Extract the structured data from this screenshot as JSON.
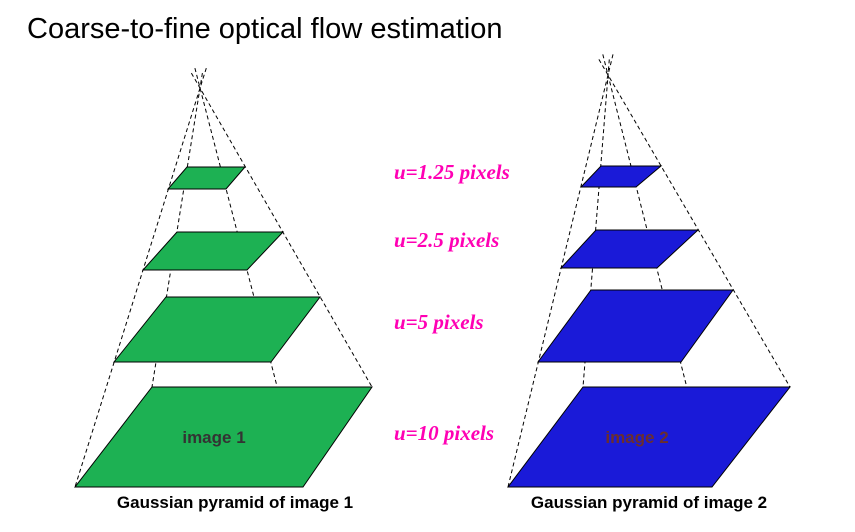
{
  "title": "Coarse-to-fine optical flow estimation",
  "u_labels": [
    "u=1.25 pixels",
    "u=2.5 pixels",
    "u=5 pixels",
    "u=10 pixels"
  ],
  "u_label_color": "#ff00b4",
  "left_pyramid": {
    "image_label": "image 1",
    "caption": "Gaussian pyramid of image 1",
    "color": "#1db153",
    "label_color": "#333333"
  },
  "right_pyramid": {
    "image_label": "image 2",
    "caption": "Gaussian pyramid of image 2",
    "color": "#1a1ad8",
    "label_color": "#6a2e2e"
  }
}
